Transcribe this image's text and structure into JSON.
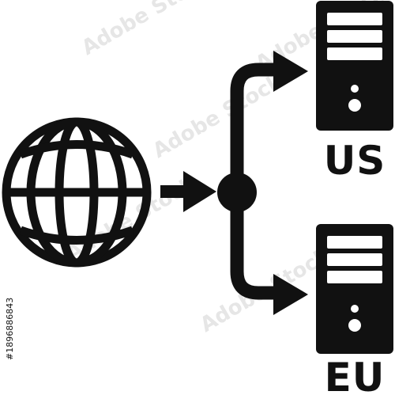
{
  "colors": {
    "ink": "#111111",
    "background": "#ffffff",
    "watermark": "#e6e6e6"
  },
  "icons": {
    "source": "globe-icon",
    "router": "routing-node-icon",
    "server": "server-tower-icon",
    "arrow": "arrow-right-icon"
  },
  "nodes": {
    "server_us": {
      "label": "US"
    },
    "server_eu": {
      "label": "EU"
    }
  },
  "watermark": {
    "text": "Adobe Stock",
    "stock_id": "#1896886843"
  }
}
